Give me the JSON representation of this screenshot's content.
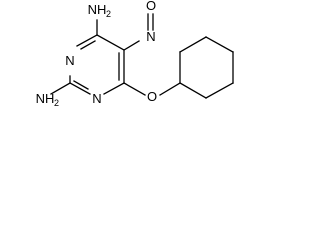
{
  "molecule": {
    "atoms": {
      "amino_top": {
        "element": "N",
        "hydrogens": "2"
      },
      "amino_bottom": {
        "element": "N",
        "hydrogens": "2"
      },
      "nitroso_n": {
        "element": "N"
      },
      "nitroso_o": {
        "element": "O"
      },
      "ring_n_top": {
        "element": "N"
      },
      "ring_n_bottom": {
        "element": "N"
      },
      "ether_o": {
        "element": "O"
      }
    }
  }
}
